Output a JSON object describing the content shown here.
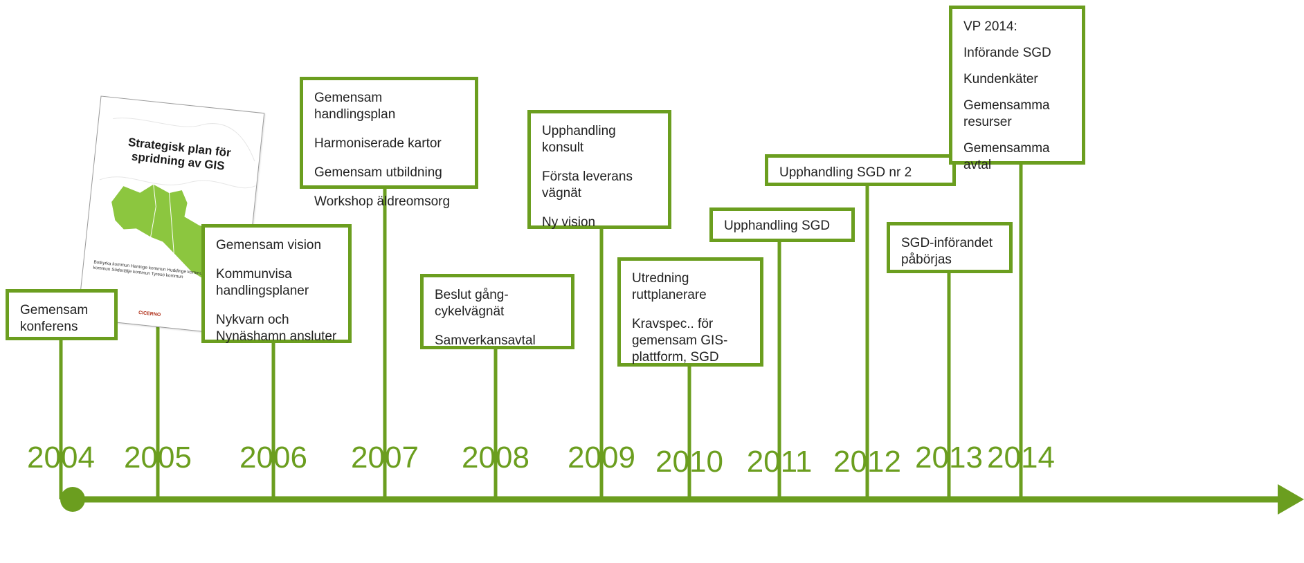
{
  "accent_color": "#6b9e1f",
  "timeline": {
    "events": [
      {
        "year": "2004",
        "lines": [
          "Gemensam konferens"
        ]
      },
      {
        "year": "2005",
        "lines": []
      },
      {
        "year": "2006",
        "lines": [
          "Gemensam vision",
          "Kommunvisa handlingsplaner",
          "Nykvarn och Nynäshamn ansluter"
        ]
      },
      {
        "year": "2007",
        "lines": [
          "Gemensam handlingsplan",
          "Harmoniserade kartor",
          "Gemensam utbildning",
          "Workshop äldreomsorg"
        ]
      },
      {
        "year": "2008",
        "lines": [
          "Beslut gång-cykelvägnät",
          "Samverkansavtal"
        ]
      },
      {
        "year": "2009",
        "lines": [
          "Upphandling konsult",
          "Första leverans vägnät",
          "Ny vision"
        ]
      },
      {
        "year": "2010",
        "lines": [
          "Utredning ruttplanerare",
          "Kravspec.. för gemensam GIS-plattform, SGD"
        ]
      },
      {
        "year": "2011",
        "lines": [
          "Upphandling SGD"
        ]
      },
      {
        "year": "2012",
        "lines": [
          "Upphandling SGD  nr 2"
        ]
      },
      {
        "year": "2013",
        "lines": [
          "SGD-införandet påbörjas"
        ]
      },
      {
        "year": "2014",
        "lines": [
          "VP 2014:",
          "Införande SGD",
          "Kundenkäter",
          "Gemensamma resurser",
          "Gemensamma avtal"
        ]
      }
    ]
  },
  "cover": {
    "title": "Strategisk plan för spridning av GIS",
    "municipalities": "Botkyrka kommun  Haninge kommun  Huddinge kommun  Salems kommun  Södertälje kommun  Tyresö kommun",
    "logo": "CICERNO"
  }
}
